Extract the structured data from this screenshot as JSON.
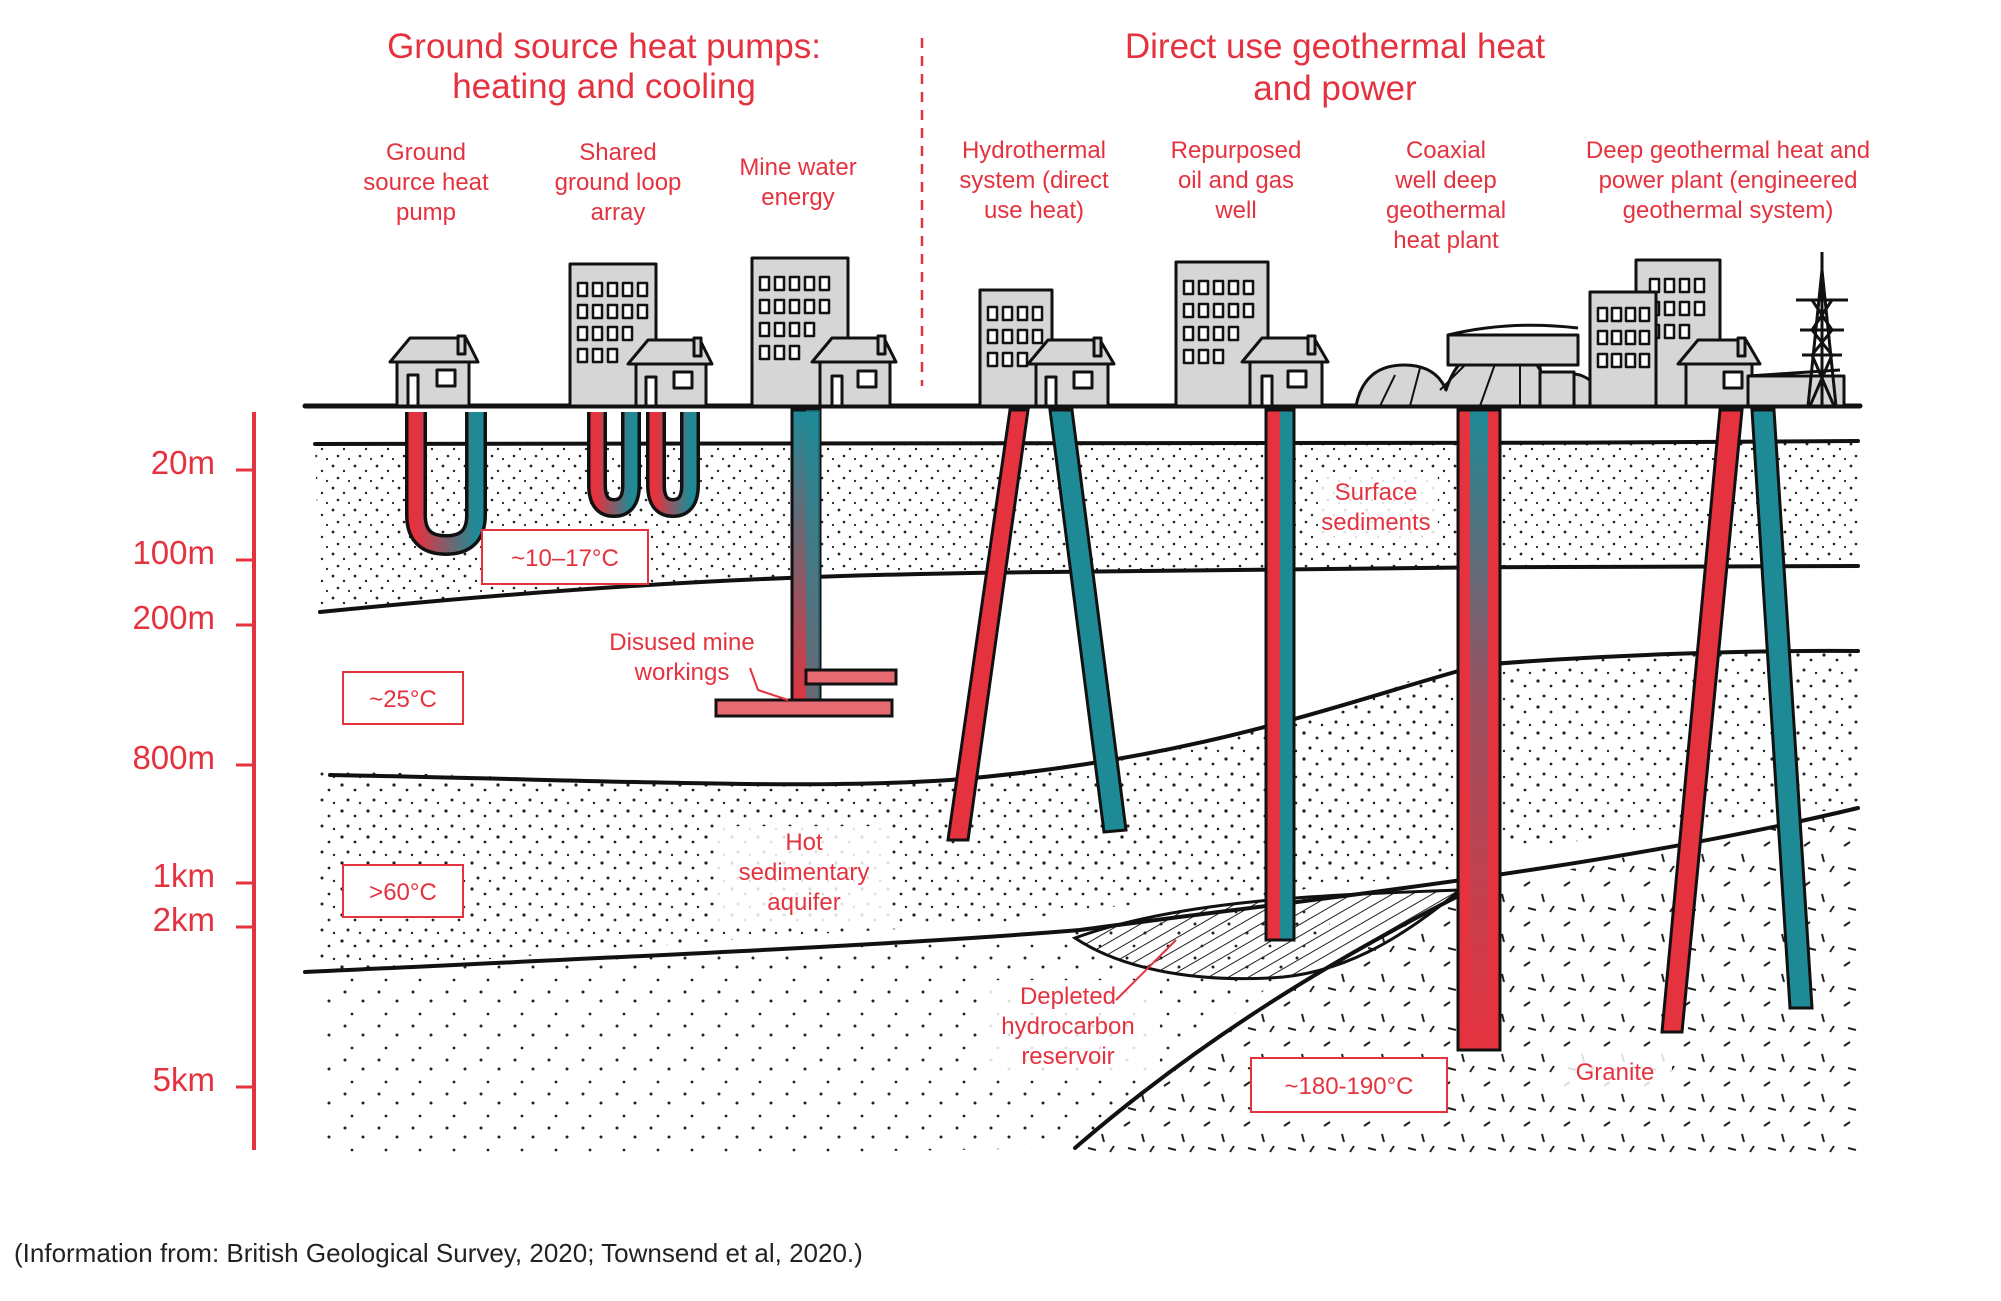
{
  "colors": {
    "accent_red": "#e5323f",
    "pipe_red": "#e5323f",
    "pipe_teal": "#1e8a96",
    "outline": "#111111",
    "building_fill": "#d6d6d6"
  },
  "headers": {
    "left": [
      "Ground source heat pumps:",
      "heating and cooling"
    ],
    "right": [
      "Direct use geothermal heat",
      "and power"
    ]
  },
  "systems": [
    {
      "lines": [
        "Ground",
        "source heat",
        "pump"
      ]
    },
    {
      "lines": [
        "Shared",
        "ground loop",
        "array"
      ]
    },
    {
      "lines": [
        "Mine water",
        "energy"
      ]
    },
    {
      "lines": [
        "Hydrothermal",
        "system (direct",
        "use heat)"
      ]
    },
    {
      "lines": [
        "Repurposed",
        "oil and gas",
        "well"
      ]
    },
    {
      "lines": [
        "Coaxial",
        "well deep",
        "geothermal",
        "heat plant"
      ]
    },
    {
      "lines": [
        "Deep geothermal heat and",
        "power plant (engineered",
        "geothermal system)"
      ]
    }
  ],
  "depth_scale": [
    "20m",
    "100m",
    "200m",
    "800m",
    "1km",
    "2km",
    "5km"
  ],
  "temperatures": {
    "t1": "~10–17°C",
    "t2": "~25°C",
    "t3": ">60°C",
    "t4": "~180-190°C"
  },
  "annotations": {
    "surface_sediments": [
      "Surface",
      "sediments"
    ],
    "mine_workings": [
      "Disused mine",
      "workings"
    ],
    "aquifer": [
      "Hot",
      "sedimentary",
      "aquifer"
    ],
    "reservoir": [
      "Depleted",
      "hydrocarbon",
      "reservoir"
    ],
    "granite": "Granite"
  },
  "source": "(Information from: British Geological Survey, 2020; Townsend et al, 2020.)"
}
